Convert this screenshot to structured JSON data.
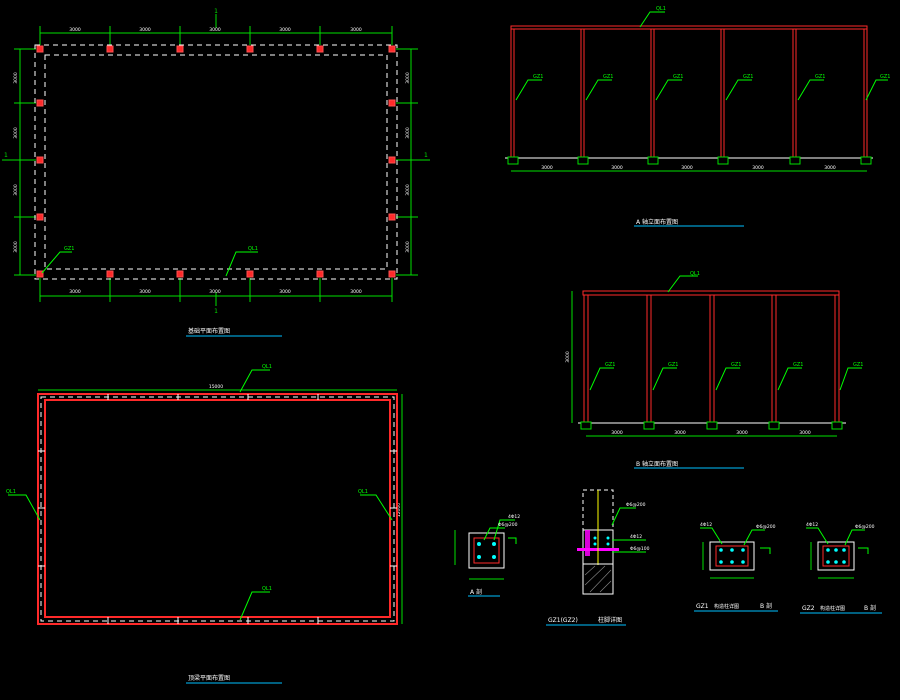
{
  "drawing": {
    "background": "#000000",
    "colors": {
      "structure": "#ff2a2a",
      "dims": "#00e000",
      "dashed": "#ffffff",
      "callout": "#00ff00",
      "titles": "#ffffff",
      "underline": "#00c0ff",
      "magenta": "#ff00ff",
      "cyan": "#00ffff",
      "yellow": "#ffff00"
    }
  },
  "plan_top": {
    "marker_top": "1",
    "marker_bottom": "1",
    "marker_left": "1",
    "marker_right": "1",
    "top_dims": [
      "3000",
      "3000",
      "3000",
      "3000",
      "3000"
    ],
    "bottom_dims": [
      "3000",
      "3000",
      "3000",
      "3000",
      "3000"
    ],
    "left_dims": [
      "3000",
      "3000",
      "3000",
      "3000"
    ],
    "right_dims": [
      "3000",
      "3000",
      "3000",
      "3000"
    ],
    "callout_corner": "GZ1",
    "callout_beam": "QL1",
    "title": "基础平面布置图"
  },
  "elev_a": {
    "top_callout": "QL1",
    "column_callouts": [
      "GZ1",
      "GZ1",
      "GZ1",
      "GZ1",
      "GZ1",
      "GZ1"
    ],
    "dims": [
      "3000",
      "3000",
      "3000",
      "3000",
      "3000"
    ],
    "title": "A 轴立面布置图"
  },
  "elev_b": {
    "top_callout": "QL1",
    "height_dim": "3000",
    "column_callouts": [
      "GZ1",
      "GZ1",
      "GZ1",
      "GZ1",
      "GZ1"
    ],
    "dims": [
      "3000",
      "3000",
      "3000",
      "3000"
    ],
    "title": "B 轴立面布置图"
  },
  "plan_bottom": {
    "top_callout": "QL1",
    "top_dim": "15000",
    "left_callout": "QL1",
    "right_callout": "QL1",
    "right_dim": "12000",
    "bottom_callout": "QL1",
    "title": "顶梁平面布置图"
  },
  "details": {
    "d1_title": "A 剖",
    "d1_notes": [
      "4Φ12",
      "Φ6@200"
    ],
    "d2_label": "GZ1(GZ2)",
    "d2_title": "柱脚详图",
    "d2_notes": [
      "Φ6@200",
      "4Φ12",
      "Φ6@100"
    ],
    "d3_label": "GZ1",
    "d3_title": "B 剖",
    "d3_caption": "构造柱详图",
    "d3_notes": [
      "4Φ12",
      "Φ6@200"
    ],
    "d4_label": "GZ2",
    "d4_title": "B 剖",
    "d4_caption": "构造柱详图",
    "d4_notes": [
      "4Φ12",
      "Φ6@200"
    ]
  }
}
